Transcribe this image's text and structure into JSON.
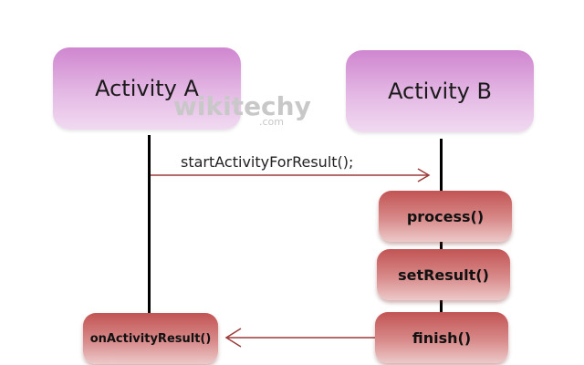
{
  "actors": {
    "a": "Activity A",
    "b": "Activity B"
  },
  "messages": {
    "start": "startActivityForResult();"
  },
  "methods": {
    "process": "process()",
    "set_result": "setResult()",
    "finish": "finish()",
    "on_result": "onActivityResult()"
  },
  "watermark": {
    "brand": "wikitechy",
    "sub": ".com"
  },
  "colors": {
    "actor_fill": "#d897d8",
    "method_fill": "#c96a6a",
    "arrow": "#9c3a3a",
    "lifeline": "#000000"
  }
}
